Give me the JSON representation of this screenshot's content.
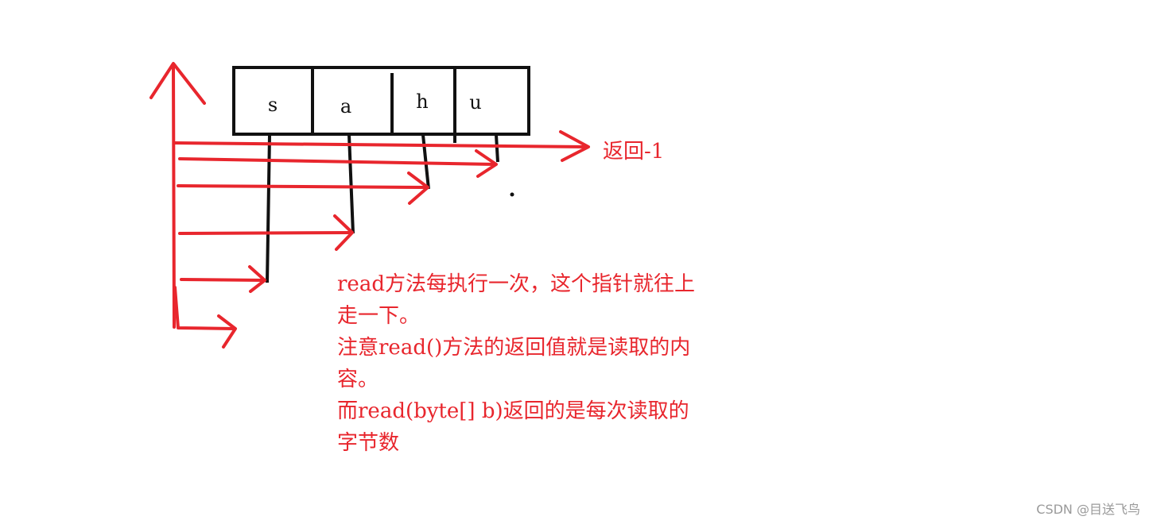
{
  "cells": [
    {
      "char": "s"
    },
    {
      "char": "a"
    },
    {
      "char": "h"
    },
    {
      "char": "u"
    }
  ],
  "end_label": "返回-1",
  "note_lines": [
    "read方法每执行一次，这个指针就往上",
    "走一下。",
    "注意read()方法的返回值就是读取的内",
    "容。",
    "而read(byte[] b)返回的是每次读取的",
    "字节数"
  ],
  "watermark": "CSDN @目送飞鸟",
  "colors": {
    "arrow": "#e8262d",
    "ink": "#111111"
  }
}
